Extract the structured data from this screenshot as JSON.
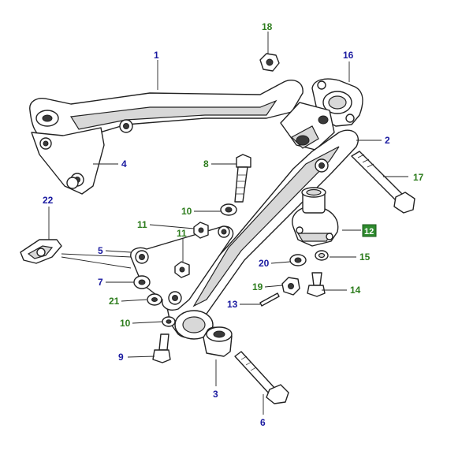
{
  "callouts": {
    "c1": "1",
    "c2": "2",
    "c3": "3",
    "c4": "4",
    "c5": "5",
    "c6": "6",
    "c7": "7",
    "c8": "8",
    "c9": "9",
    "c10a": "10",
    "c10b": "10",
    "c11a": "11",
    "c11b": "11",
    "c12": "12",
    "c13": "13",
    "c14": "14",
    "c15": "15",
    "c16": "16",
    "c17": "17",
    "c18": "18",
    "c19": "19",
    "c20": "20",
    "c21": "21",
    "c22": "22"
  },
  "colors": {
    "blue_label": "#1a1aa0",
    "green_label": "#2e7d1e",
    "badge": "#2e8b2e"
  }
}
